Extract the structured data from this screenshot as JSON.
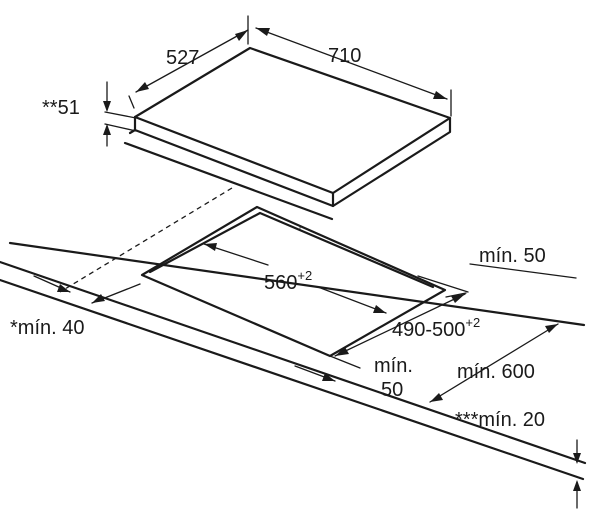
{
  "dimensions": {
    "hob_depth": "527",
    "hob_width": "710",
    "hob_height": "**51",
    "cutout_width": {
      "value": "560",
      "tolerance": "+2"
    },
    "cutout_depth": {
      "value": "490-500",
      "tolerance": "+2"
    },
    "min_rear": "mín. 50",
    "min_side": "*mín. 40",
    "min_front_line1": "mín.",
    "min_front_line2": "50",
    "min_worktop_depth": "mín. 600",
    "min_worktop_thickness": "***mín. 20"
  }
}
